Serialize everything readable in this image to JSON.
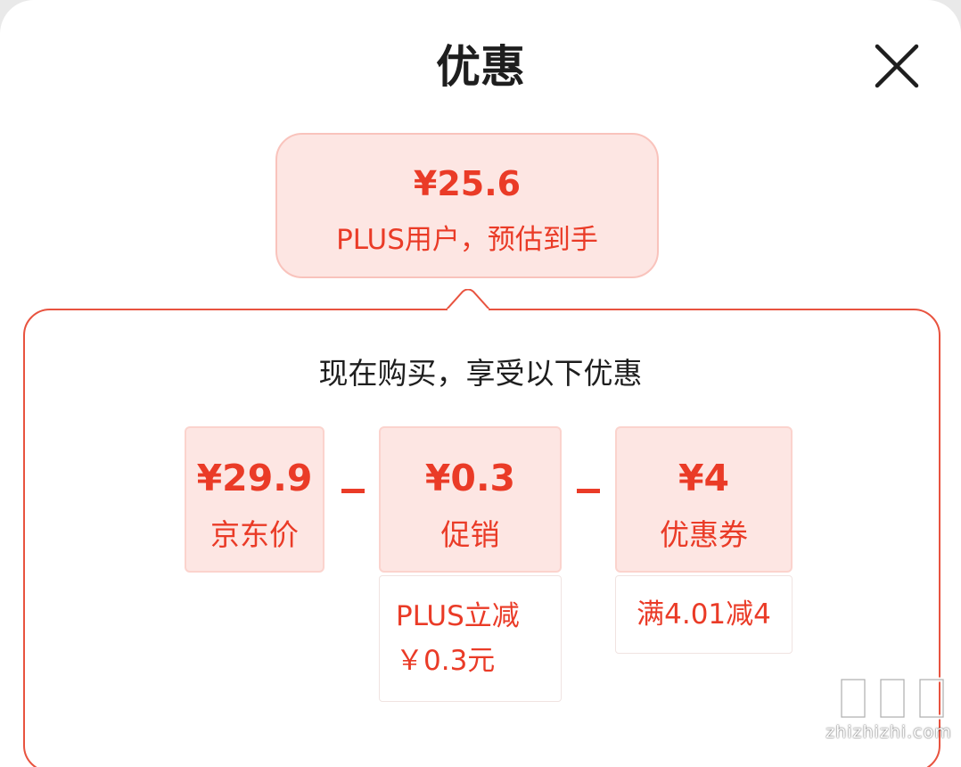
{
  "modal": {
    "title": "优惠",
    "close_icon": "close-icon"
  },
  "estimate": {
    "price": "¥25.6",
    "label": "PLUS用户，预估到手"
  },
  "breakdown": {
    "heading": "现在购买，享受以下优惠",
    "operator": "-",
    "items": [
      {
        "amount": "¥29.9",
        "label": "京东价"
      },
      {
        "amount": "¥0.3",
        "label": "促销",
        "detail_line1": "PLUS立减",
        "detail_line2": "￥0.3元"
      },
      {
        "amount": "¥4",
        "label": "优惠券",
        "detail_line1": "满4.01减4"
      }
    ]
  },
  "watermark": {
    "mark": "值值值",
    "text": "zhizhizhi.com"
  },
  "colors": {
    "accent": "#ea3b27",
    "card_bg": "#fde6e3",
    "panel_border": "#e8533f",
    "title": "#1e1e1e"
  }
}
